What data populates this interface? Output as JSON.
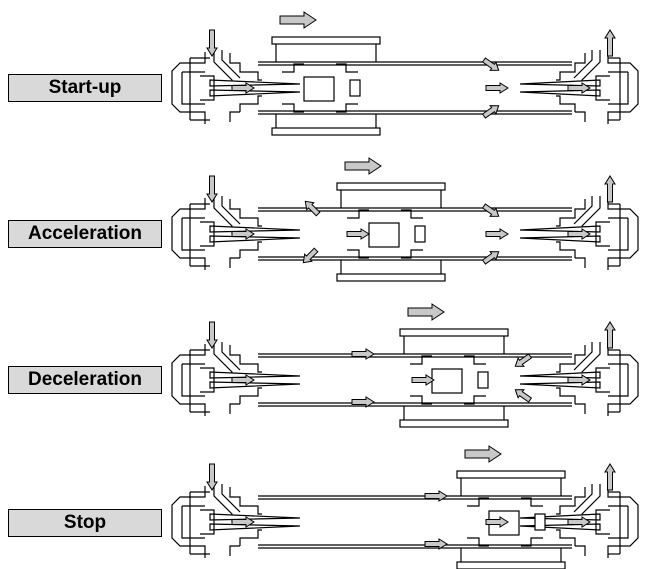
{
  "labels": {
    "startup": "Start-up",
    "acceleration": "Acceleration",
    "deceleration": "Deceleration",
    "stop": "Stop"
  },
  "colors": {
    "arrow_fill": "#c8c8c8",
    "label_fill": "#d9d9d9",
    "line": "#000000"
  }
}
